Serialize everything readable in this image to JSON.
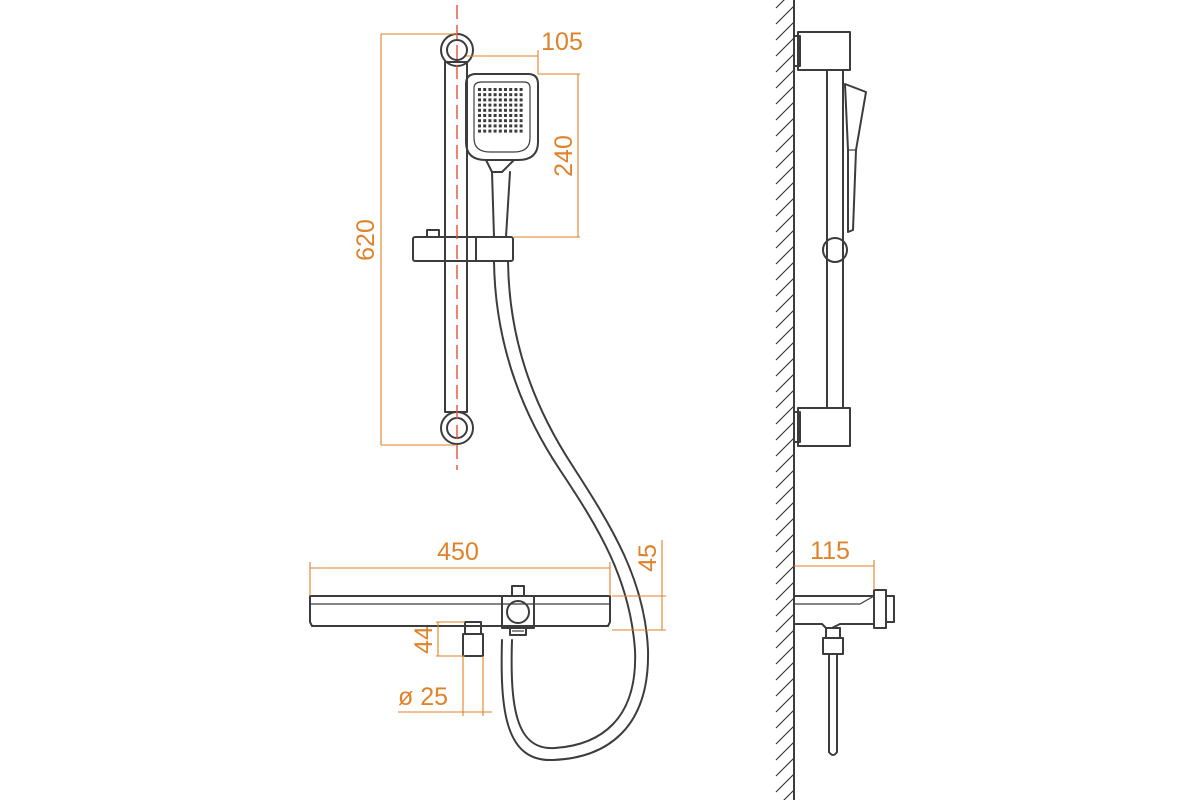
{
  "dimensions": {
    "rail_height": "620",
    "head_width": "105",
    "head_height": "240",
    "mixer_width": "450",
    "mixer_height": "45",
    "outlet_length": "44",
    "outlet_diameter": "ø 25",
    "wall_offset": "115"
  },
  "colors": {
    "line": "#3c3c3c",
    "dimension": "#e0822a",
    "centerline": "#e6503c"
  }
}
